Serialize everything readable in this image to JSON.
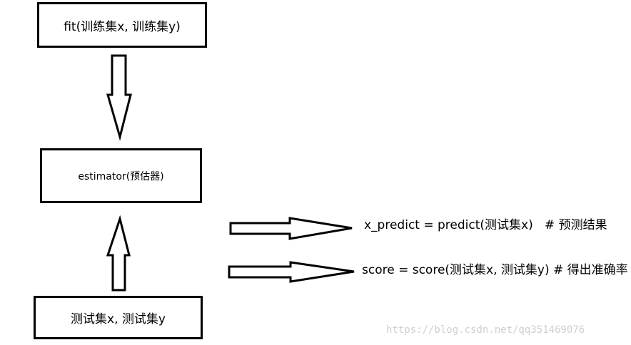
{
  "boxes": {
    "fit": "fit(训练集x, 训练集y)",
    "estimator": "estimator(预估器)",
    "test": "测试集x, 测试集y"
  },
  "outputs": {
    "predict": "x_predict = predict(测试集x)   # 预测结果",
    "score": "score = score(测试集x, 测试集y) # 得出准确率"
  },
  "watermark": "https://blog.csdn.net/qq351469076"
}
